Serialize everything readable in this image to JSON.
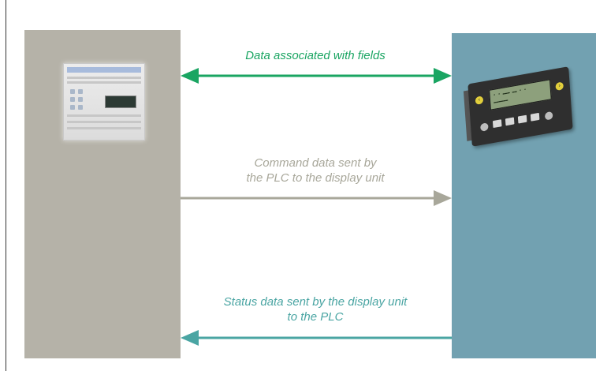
{
  "arrows": {
    "fields": {
      "label": "Data associated with fields",
      "color": "#1aa562",
      "direction": "both"
    },
    "command": {
      "line1": "Command data sent by",
      "line2": "the PLC to the display unit",
      "color": "#a8a79a",
      "direction": "right"
    },
    "status": {
      "line1": "Status data sent by the display unit",
      "line2": "to the PLC",
      "color": "#4aa5a3",
      "direction": "left"
    }
  },
  "panels": {
    "plc": {
      "color": "#b5b2a8",
      "device_icon": "plc-controller"
    },
    "display": {
      "color": "#72a1b1",
      "device_icon": "hmi-display-unit"
    }
  }
}
